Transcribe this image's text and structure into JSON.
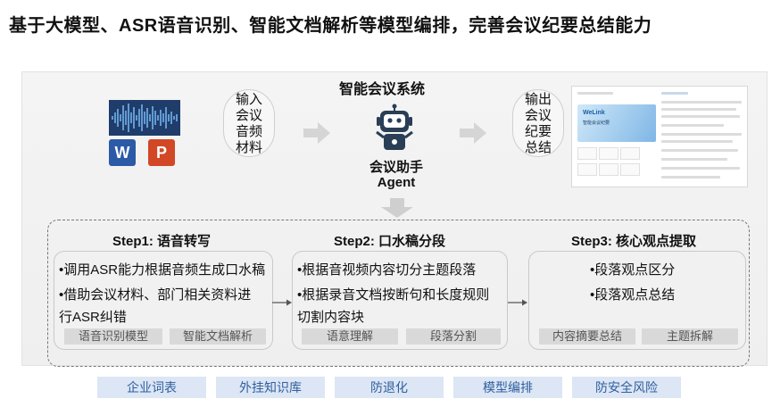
{
  "headline": "基于大模型、ASR语音识别、智能文档解析等模型编排，完善会议纪要总结能力",
  "system_title": "智能会议系统",
  "input_label": [
    "输入",
    "会议",
    "音频",
    "材料"
  ],
  "output_label": [
    "输出",
    "会议",
    "纪要",
    "总结"
  ],
  "agent": {
    "name": "会议助手",
    "sub": "Agent"
  },
  "screenshot": {
    "hero_title": "WeLink",
    "hero_sub": "智能会议纪要"
  },
  "steps": [
    {
      "title": "Step1: 语音转写",
      "bullets": [
        "•调用ASR能力根据音频生成口水稿",
        "•借助会议材料、部门相关资料进",
        "  行ASR纠错"
      ],
      "tags": [
        "语音识别模型",
        "智能文档解析"
      ]
    },
    {
      "title": "Step2: 口水稿分段",
      "bullets": [
        "•根据音视频内容切分主题段落",
        "•根据录音文档按断句和长度规则",
        "  切割内容块"
      ],
      "tags": [
        "语意理解",
        "段落分割"
      ]
    },
    {
      "title": "Step3: 核心观点提取",
      "bullets": [
        "•段落观点区分",
        "•段落观点总结"
      ],
      "tags": [
        "内容摘要总结",
        "主题拆解"
      ]
    }
  ],
  "bottom_tags": [
    "企业词表",
    "外挂知识库",
    "防退化",
    "模型编排",
    "防安全风险"
  ],
  "colors": {
    "word": "#2b5aa7",
    "ppt": "#d24726",
    "wave": "#2e6fb5",
    "robot": "#2a3e55",
    "tag_blue_bg": "#dce6f4",
    "tag_blue_text": "#2f5fa0"
  }
}
